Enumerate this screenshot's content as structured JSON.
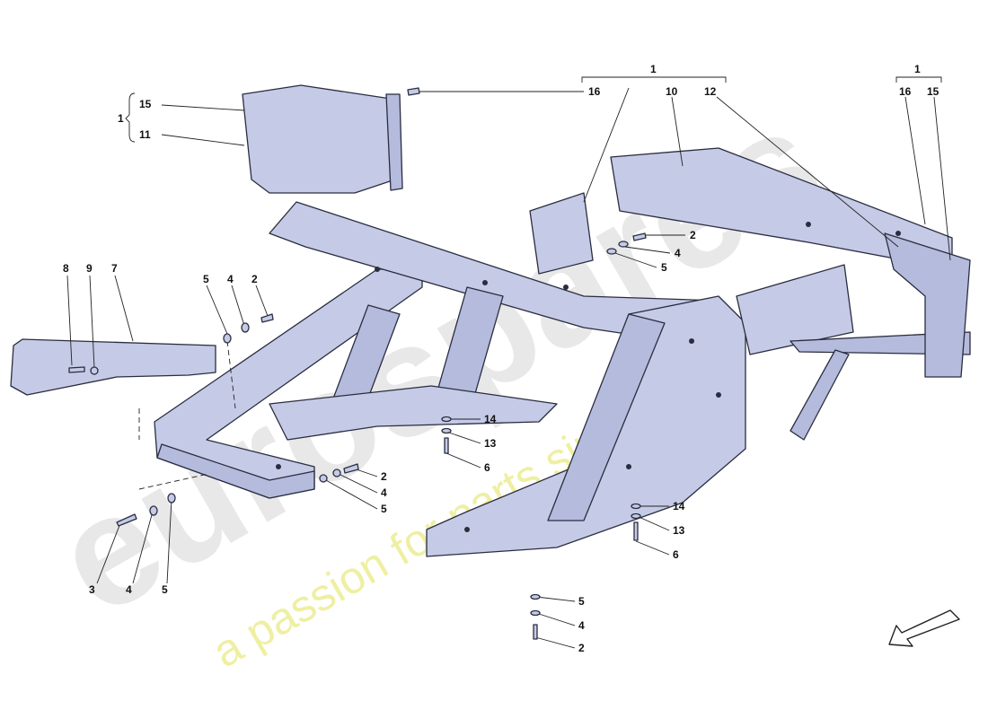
{
  "watermark": {
    "brand": "eurospares",
    "slogan": "a passion for parts since 1985"
  },
  "callouts": [
    "1",
    "16",
    "10",
    "12",
    "1",
    "16",
    "15",
    "1",
    "15",
    "11",
    "8",
    "9",
    "7",
    "5",
    "4",
    "2",
    "2",
    "4",
    "5",
    "14",
    "13",
    "6",
    "2",
    "4",
    "5",
    "3",
    "4",
    "5",
    "14",
    "13",
    "6",
    "5",
    "4",
    "2"
  ],
  "colors": {
    "part_fill": "#c5cbe6",
    "outline": "#2a2d40",
    "watermark_logo": "#e6e6e6",
    "watermark_text": "#eeee9a"
  },
  "icons": {
    "direction_arrow": "arrow-down-left-icon"
  }
}
